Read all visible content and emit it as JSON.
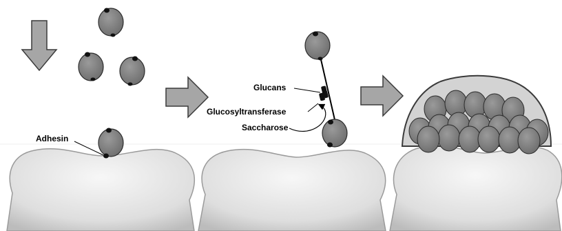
{
  "labels": {
    "adhesin": "Adhesin",
    "glucans": "Glucans",
    "glucosyltransferase": "Glucosyltransferase",
    "saccharose": "Saccharose"
  },
  "colors": {
    "bacterium_fill": "#7f7f7f",
    "bacterium_stroke": "#2b2b2b",
    "adhesin_dot": "#111111",
    "arrow_fill": "#a6a6a6",
    "arrow_stroke": "#3a3a3a",
    "tooth_fill": "#e3e3e3",
    "tooth_stroke": "#8c8c8c",
    "biofilm_fill": "#d0d0d0"
  }
}
